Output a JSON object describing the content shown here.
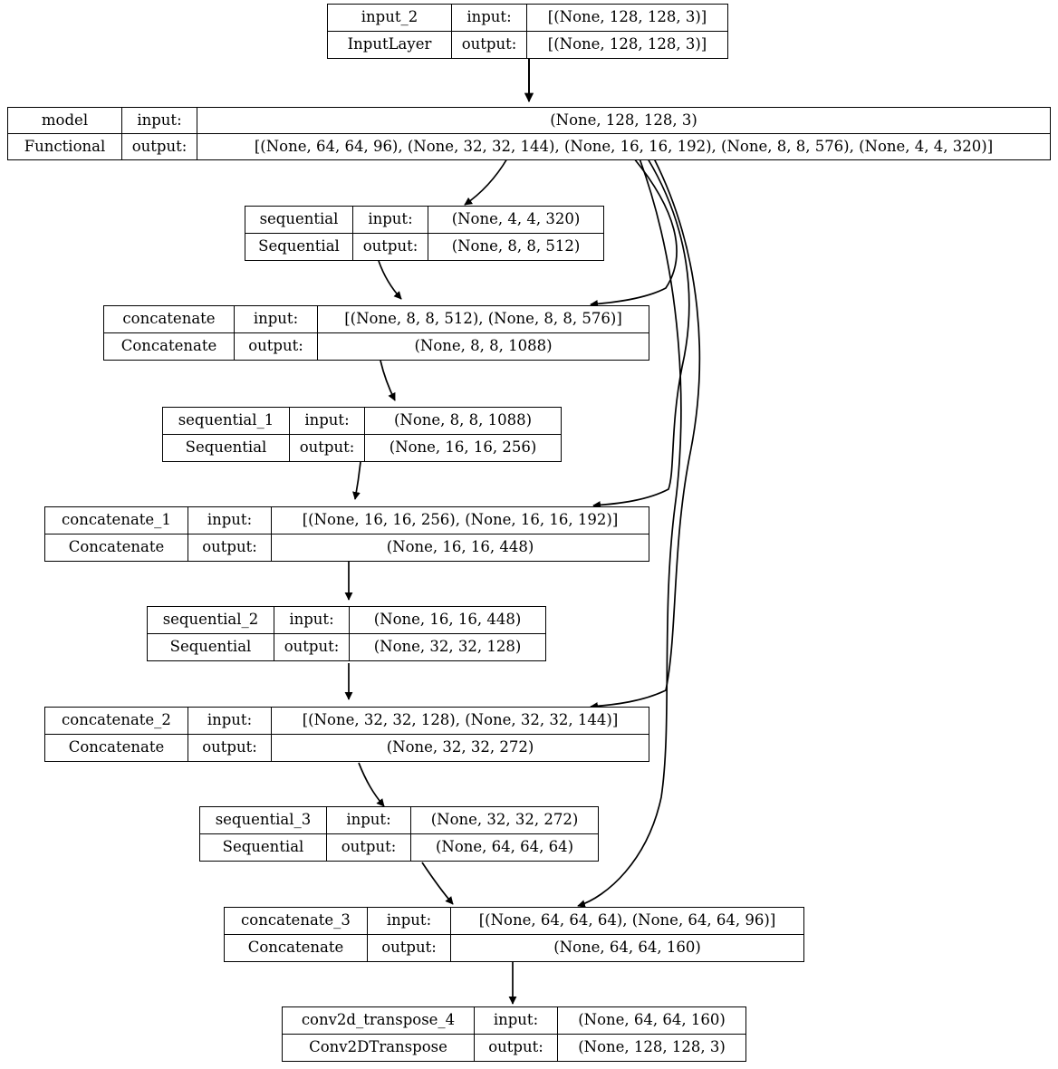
{
  "diagram": {
    "title": "keras-model-architecture-graph",
    "type": "model-graph",
    "background_color": "#ffffff",
    "node_border_color": "#000000",
    "edge_color": "#000000",
    "labels": {
      "input": "input:",
      "output": "output:"
    }
  },
  "nodes": [
    {
      "id": "input_2",
      "name": "input_2",
      "class_name": "InputLayer",
      "input_label": "input:",
      "output_label": "output:",
      "input_shape": "[(None, 128, 128, 3)]",
      "output_shape": "[(None, 128, 128, 3)]"
    },
    {
      "id": "model",
      "name": "model",
      "class_name": "Functional",
      "input_label": "input:",
      "output_label": "output:",
      "input_shape": "(None, 128, 128, 3)",
      "output_shape": "[(None, 64, 64, 96), (None, 32, 32, 144), (None, 16, 16, 192), (None, 8, 8, 576), (None, 4, 4, 320)]"
    },
    {
      "id": "sequential",
      "name": "sequential",
      "class_name": "Sequential",
      "input_label": "input:",
      "output_label": "output:",
      "input_shape": "(None, 4, 4, 320)",
      "output_shape": "(None, 8, 8, 512)"
    },
    {
      "id": "concatenate",
      "name": "concatenate",
      "class_name": "Concatenate",
      "input_label": "input:",
      "output_label": "output:",
      "input_shape": "[(None, 8, 8, 512), (None, 8, 8, 576)]",
      "output_shape": "(None, 8, 8, 1088)"
    },
    {
      "id": "sequential_1",
      "name": "sequential_1",
      "class_name": "Sequential",
      "input_label": "input:",
      "output_label": "output:",
      "input_shape": "(None, 8, 8, 1088)",
      "output_shape": "(None, 16, 16, 256)"
    },
    {
      "id": "concatenate_1",
      "name": "concatenate_1",
      "class_name": "Concatenate",
      "input_label": "input:",
      "output_label": "output:",
      "input_shape": "[(None, 16, 16, 256), (None, 16, 16, 192)]",
      "output_shape": "(None, 16, 16, 448)"
    },
    {
      "id": "sequential_2",
      "name": "sequential_2",
      "class_name": "Sequential",
      "input_label": "input:",
      "output_label": "output:",
      "input_shape": "(None, 16, 16, 448)",
      "output_shape": "(None, 32, 32, 128)"
    },
    {
      "id": "concatenate_2",
      "name": "concatenate_2",
      "class_name": "Concatenate",
      "input_label": "input:",
      "output_label": "output:",
      "input_shape": "[(None, 32, 32, 128), (None, 32, 32, 144)]",
      "output_shape": "(None, 32, 32, 272)"
    },
    {
      "id": "sequential_3",
      "name": "sequential_3",
      "class_name": "Sequential",
      "input_label": "input:",
      "output_label": "output:",
      "input_shape": "(None, 32, 32, 272)",
      "output_shape": "(None, 64, 64, 64)"
    },
    {
      "id": "concatenate_3",
      "name": "concatenate_3",
      "class_name": "Concatenate",
      "input_label": "input:",
      "output_label": "output:",
      "input_shape": "[(None, 64, 64, 64), (None, 64, 64, 96)]",
      "output_shape": "(None, 64, 64, 160)"
    },
    {
      "id": "conv2d_transpose_4",
      "name": "conv2d_transpose_4",
      "class_name": "Conv2DTranspose",
      "input_label": "input:",
      "output_label": "output:",
      "input_shape": "(None, 64, 64, 160)",
      "output_shape": "(None, 128, 128, 3)"
    }
  ],
  "edges": [
    {
      "from": "input_2",
      "to": "model"
    },
    {
      "from": "model",
      "to": "sequential"
    },
    {
      "from": "model",
      "to": "concatenate"
    },
    {
      "from": "model",
      "to": "concatenate_1"
    },
    {
      "from": "model",
      "to": "concatenate_2"
    },
    {
      "from": "model",
      "to": "concatenate_3"
    },
    {
      "from": "sequential",
      "to": "concatenate"
    },
    {
      "from": "concatenate",
      "to": "sequential_1"
    },
    {
      "from": "sequential_1",
      "to": "concatenate_1"
    },
    {
      "from": "concatenate_1",
      "to": "sequential_2"
    },
    {
      "from": "sequential_2",
      "to": "concatenate_2"
    },
    {
      "from": "concatenate_2",
      "to": "sequential_3"
    },
    {
      "from": "sequential_3",
      "to": "concatenate_3"
    },
    {
      "from": "concatenate_3",
      "to": "conv2d_transpose_4"
    }
  ]
}
